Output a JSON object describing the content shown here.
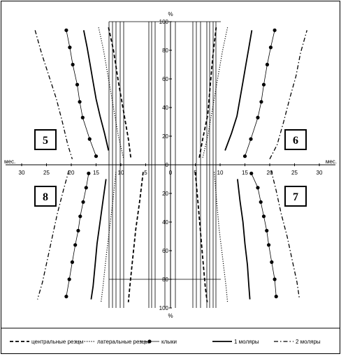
{
  "chart_data": {
    "type": "line",
    "title": "",
    "x_unit_label": "мес.",
    "y_unit_label": "%",
    "x_ticks": [
      "30",
      "25",
      "20",
      "15",
      "10",
      "5",
      "0",
      "5",
      "10",
      "15",
      "20",
      "25",
      "30"
    ],
    "y_ticks_upper": [
      "100",
      "80",
      "60",
      "40",
      "20",
      "0"
    ],
    "y_ticks_lower": [
      "20",
      "40",
      "60",
      "80",
      "100"
    ],
    "quadrants": [
      "5",
      "6",
      "7",
      "8"
    ],
    "xlim": [
      -30,
      30
    ],
    "ylim": [
      -100,
      100
    ],
    "legend_position": "bottom",
    "series": [
      {
        "name": "центральные резцы",
        "style": "dashed",
        "q5": [
          [
            -12.5,
            96
          ],
          [
            -11.5,
            80
          ],
          [
            -10.5,
            58
          ],
          [
            -9.5,
            38
          ],
          [
            -8.5,
            18
          ],
          [
            -8,
            5
          ]
        ],
        "q6": [
          [
            5.8,
            5
          ],
          [
            6.5,
            18
          ],
          [
            7.5,
            35
          ],
          [
            8,
            55
          ],
          [
            8.5,
            75
          ],
          [
            9.2,
            96
          ]
        ],
        "q7": [
          [
            5,
            -5
          ],
          [
            5.5,
            -25
          ],
          [
            6,
            -45
          ],
          [
            6.5,
            -65
          ],
          [
            7,
            -85
          ],
          [
            7.4,
            -96
          ]
        ],
        "q8": [
          [
            -5.5,
            -5
          ],
          [
            -6.2,
            -25
          ],
          [
            -7,
            -45
          ],
          [
            -7.6,
            -65
          ],
          [
            -8.2,
            -85
          ],
          [
            -8.5,
            -96
          ]
        ]
      },
      {
        "name": "латеральные резцы",
        "style": "dotted",
        "q5": [
          [
            -14.5,
            96
          ],
          [
            -13.5,
            80
          ],
          [
            -12.5,
            60
          ],
          [
            -11.5,
            40
          ],
          [
            -10.5,
            20
          ],
          [
            -9.5,
            5
          ]
        ],
        "q6": [
          [
            6.5,
            5
          ],
          [
            7.5,
            20
          ],
          [
            8.5,
            40
          ],
          [
            9.5,
            60
          ],
          [
            10.5,
            80
          ],
          [
            11.5,
            96
          ]
        ],
        "q7": [
          [
            8.8,
            -5
          ],
          [
            9.3,
            -25
          ],
          [
            9.8,
            -45
          ],
          [
            10.5,
            -65
          ],
          [
            11.2,
            -85
          ],
          [
            11.5,
            -96
          ]
        ],
        "q8": [
          [
            -11,
            -5
          ],
          [
            -11.6,
            -25
          ],
          [
            -12.3,
            -45
          ],
          [
            -13,
            -65
          ],
          [
            -13.6,
            -85
          ],
          [
            -14,
            -96
          ]
        ]
      },
      {
        "name": "клыки",
        "style": "dots",
        "q5": [
          [
            -21,
            94
          ],
          [
            -20.3,
            82
          ],
          [
            -19.7,
            70
          ],
          [
            -18.8,
            56
          ],
          [
            -18.3,
            44
          ],
          [
            -17.7,
            33
          ],
          [
            -16.3,
            18
          ],
          [
            -15,
            6
          ]
        ],
        "q6": [
          [
            15,
            6
          ],
          [
            16.2,
            18
          ],
          [
            17.6,
            33
          ],
          [
            18.3,
            44
          ],
          [
            18.8,
            56
          ],
          [
            19.5,
            70
          ],
          [
            20.2,
            82
          ],
          [
            21,
            94
          ]
        ],
        "q7": [
          [
            16.3,
            -6
          ],
          [
            17.6,
            -16
          ],
          [
            18.2,
            -26
          ],
          [
            18.8,
            -36
          ],
          [
            19.4,
            -46
          ],
          [
            19.8,
            -56
          ],
          [
            20.4,
            -68
          ],
          [
            21,
            -80
          ],
          [
            21.3,
            -92
          ]
        ],
        "q8": [
          [
            -16.5,
            -6
          ],
          [
            -17,
            -16
          ],
          [
            -17.6,
            -26
          ],
          [
            -18.2,
            -36
          ],
          [
            -18.6,
            -46
          ],
          [
            -19.2,
            -56
          ],
          [
            -19.8,
            -68
          ],
          [
            -20.4,
            -80
          ],
          [
            -21,
            -92
          ]
        ]
      },
      {
        "name": "1 моляры",
        "style": "solid",
        "q5": [
          [
            -17.5,
            94
          ],
          [
            -16.8,
            82
          ],
          [
            -16.2,
            70
          ],
          [
            -15.6,
            58
          ],
          [
            -15,
            46
          ],
          [
            -14.2,
            34
          ],
          [
            -13.3,
            22
          ],
          [
            -12.5,
            10
          ]
        ],
        "q6": [
          [
            11,
            10
          ],
          [
            12.3,
            22
          ],
          [
            13.4,
            34
          ],
          [
            14,
            46
          ],
          [
            14.6,
            58
          ],
          [
            15.2,
            70
          ],
          [
            15.8,
            82
          ],
          [
            16.4,
            94
          ]
        ],
        "q7": [
          [
            13.5,
            -10
          ],
          [
            14,
            -25
          ],
          [
            14.6,
            -40
          ],
          [
            15,
            -55
          ],
          [
            15.5,
            -70
          ],
          [
            15.8,
            -85
          ],
          [
            16,
            -94
          ]
        ],
        "q8": [
          [
            -13,
            -10
          ],
          [
            -13.6,
            -25
          ],
          [
            -14.2,
            -40
          ],
          [
            -14.8,
            -55
          ],
          [
            -15.2,
            -70
          ],
          [
            -15.6,
            -85
          ],
          [
            -16,
            -94
          ]
        ]
      },
      {
        "name": "2 моляры",
        "style": "dashdot",
        "q5": [
          [
            -27.3,
            94
          ],
          [
            -26,
            78
          ],
          [
            -24.5,
            62
          ],
          [
            -23,
            46
          ],
          [
            -21.8,
            30
          ],
          [
            -20.7,
            14
          ],
          [
            -19.8,
            4
          ]
        ],
        "q6": [
          [
            20,
            4
          ],
          [
            21.5,
            14
          ],
          [
            22.8,
            30
          ],
          [
            24,
            46
          ],
          [
            25.3,
            62
          ],
          [
            26.2,
            78
          ],
          [
            27.5,
            94
          ]
        ],
        "q7": [
          [
            20.3,
            -4
          ],
          [
            21.3,
            -18
          ],
          [
            22.3,
            -34
          ],
          [
            23.5,
            -50
          ],
          [
            24.5,
            -66
          ],
          [
            25.5,
            -82
          ],
          [
            26,
            -94
          ]
        ],
        "q8": [
          [
            -20.5,
            -4
          ],
          [
            -21.6,
            -18
          ],
          [
            -22.8,
            -34
          ],
          [
            -23.8,
            -50
          ],
          [
            -24.8,
            -66
          ],
          [
            -25.8,
            -82
          ],
          [
            -26.8,
            -94
          ]
        ]
      }
    ]
  }
}
